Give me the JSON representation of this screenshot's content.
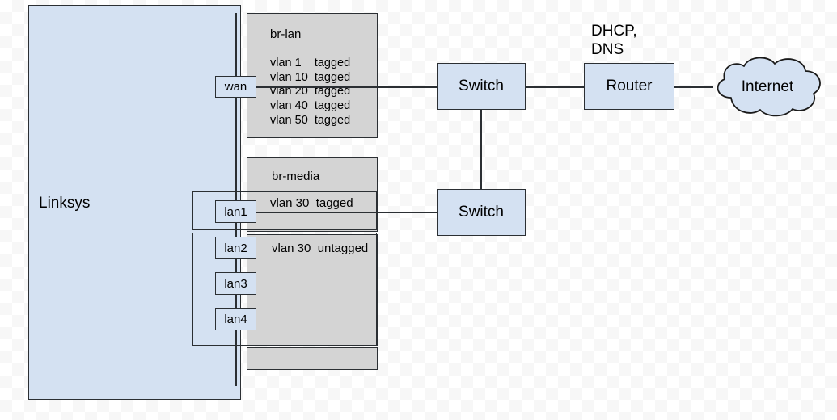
{
  "diagram": {
    "title": "Linksys VLAN bridge network topology",
    "colors": {
      "device_fill": "#d4e1f2",
      "bridge_fill": "#d4d4d4",
      "stroke": "#2b2f33",
      "canvas": "#ffffff"
    }
  },
  "router_device": {
    "label": "Linksys",
    "ports": [
      {
        "name": "wan",
        "label": "wan"
      },
      {
        "name": "lan1",
        "label": "lan1"
      },
      {
        "name": "lan2",
        "label": "lan2"
      },
      {
        "name": "lan3",
        "label": "lan3"
      },
      {
        "name": "lan4",
        "label": "lan4"
      }
    ]
  },
  "bridges": [
    {
      "name": "br-lan",
      "label": "br-lan",
      "vlans": "vlan 1    tagged\nvlan 10  tagged\nvlan 20  tagged\nvlan 40  tagged\nvlan 50  tagged"
    },
    {
      "name": "br-media",
      "label": "br-media",
      "vlan_tagged": "vlan 30  tagged",
      "vlan_untagged": "vlan 30  untagged"
    }
  ],
  "network_nodes": {
    "switch_top": "Switch",
    "switch_bottom": "Switch",
    "router": "Router",
    "router_services": "DHCP,\nDNS",
    "internet": "Internet"
  }
}
